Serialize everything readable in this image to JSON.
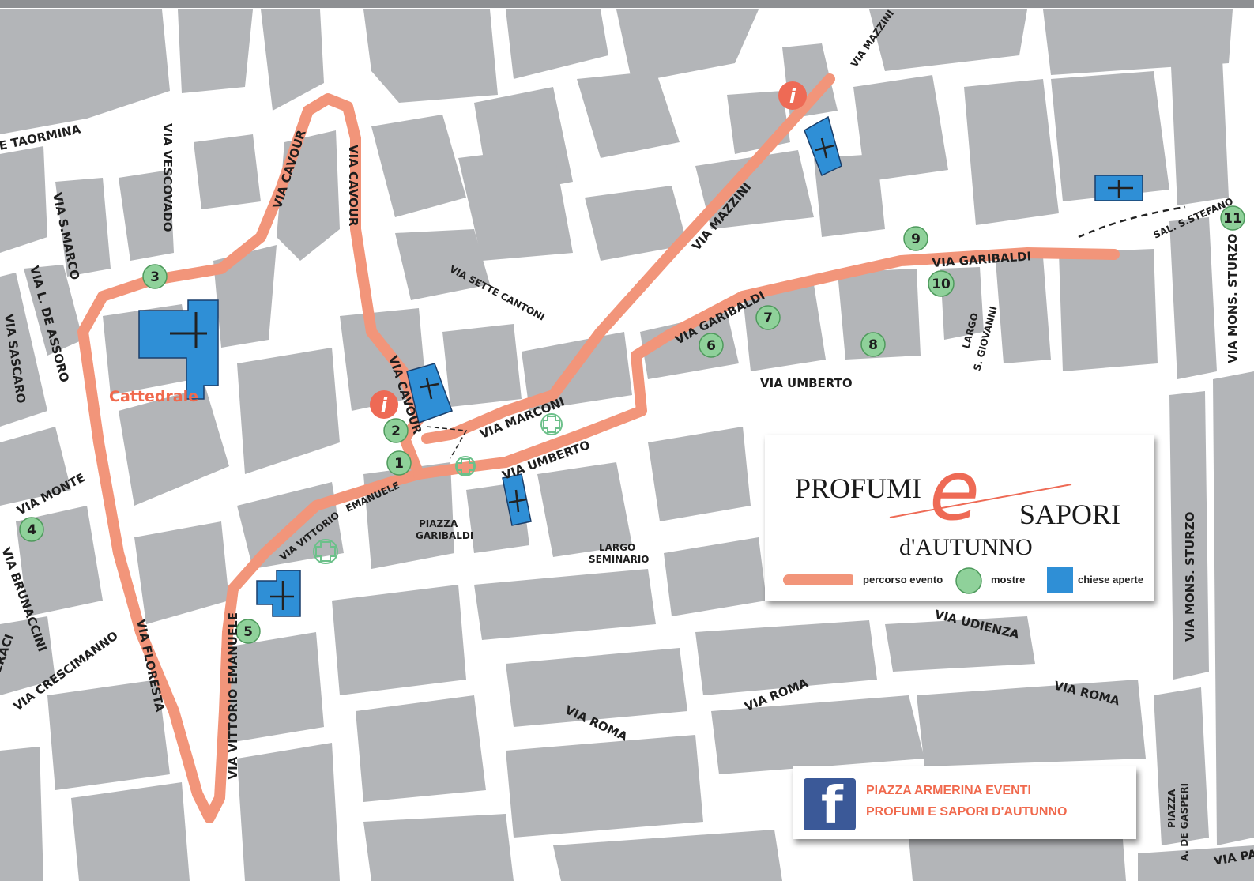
{
  "streets": {
    "via_taormina": "E TAORMINA",
    "via_vescovado": "VIA VESCOVADO",
    "via_s_marco": "VIA S.MARCO",
    "via_l_de_assoro": "VIA L. DE ASSORO",
    "via_sascaro": "VIA SASCARO",
    "via_monte": "VIA MONTE",
    "via_brunaccini": "VIA BRUNACCINI",
    "via_geraci": "ERACI",
    "via_crescimanno": "VIA CRESCIMANNO",
    "via_floresta": "VIA FLORESTA",
    "via_cavour_1": "VIA CAVOUR",
    "via_cavour_2": "VIA CAVOUR",
    "via_cavour_3": "VIA CAVOUR",
    "via_sette_cantoni": "VIA SETTE CANTONI",
    "via_mazzini_1": "VIA MAZZINI",
    "via_mazzini_2": "VIA MAZZINI",
    "via_marconi": "VIA MARCONI",
    "via_umberto_1": "VIA UMBERTO",
    "via_umberto_2": "VIA UMBERTO",
    "via_garibaldi_1": "VIA GARIBALDI",
    "via_garibaldi_2": "VIA GARIBALDI",
    "sal_s_stefano": "SAL. S.STEFANO",
    "via_mons_sturzo_1": "VIA MONS. STURZO",
    "via_mons_sturzo_2": "VIA MONS. STURZO",
    "via_vittorio": "VIA VITTORIO",
    "emanuele": "EMANUELE",
    "via_vittorio_emanuele": "VIA VITTORIO EMANUELE",
    "piazza_garibaldi_1": "PIAZZA",
    "piazza_garibaldi_2": "GARIBALDI",
    "largo_seminario_1": "LARGO",
    "largo_seminario_2": "SEMINARIO",
    "largo_s_giovanni_1": "LARGO",
    "largo_s_giovanni_2": "S. GIOVANNI",
    "via_udienza": "VIA UDIENZA",
    "via_roma_1": "VIA ROMA",
    "via_roma_2": "VIA ROMA",
    "via_roma_3": "VIA ROMA",
    "piazza_de_gasperi_1": "PIAZZA",
    "piazza_de_gasperi_2": "A. DE GASPERI",
    "via_pa": "VIA PA"
  },
  "landmarks": {
    "cattedrale": "Cattedrale"
  },
  "info_icon_glyph": "i",
  "exhibitions": [
    "1",
    "2",
    "3",
    "4",
    "5",
    "6",
    "7",
    "8",
    "9",
    "10",
    "11"
  ],
  "legend": {
    "title_word_1": "PROFUMI",
    "title_connector": "e",
    "title_word_2": "SAPORI",
    "title_word_3": "d'AUTUNNO",
    "route_label": "percorso evento",
    "exhibits_label": "mostre",
    "churches_label": "chiese aperte"
  },
  "facebook": {
    "glyph": "f",
    "line1": "PIAZZA ARMERINA EVENTI",
    "line2": "PROFUMI  E SAPORI D'AUTUNNO"
  },
  "colors": {
    "route": "#f2957a",
    "exhibit": "#8fd19a",
    "church": "#2f8fd6",
    "info": "#ee6a55",
    "block": "#b3b5b8",
    "street_bg": "#ffffff",
    "facebook": "#3b5998"
  }
}
